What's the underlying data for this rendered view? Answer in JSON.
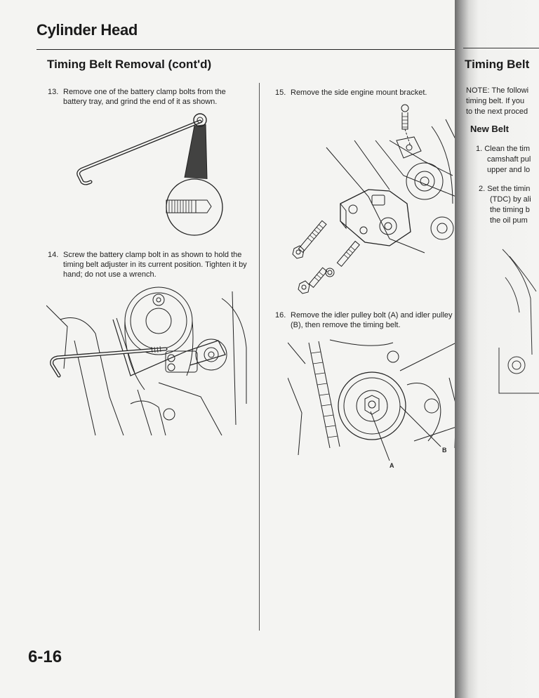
{
  "header": {
    "chapter_title": "Cylinder Head",
    "section_title": "Timing Belt Removal (cont'd)"
  },
  "steps": [
    {
      "num": "13.",
      "text": "Remove one of the battery clamp bolts from the battery tray, and grind the end of it as shown."
    },
    {
      "num": "14.",
      "text": "Screw the battery clamp bolt in as shown to hold the timing belt adjuster in its current position. Tighten it by hand; do not use a wrench."
    },
    {
      "num": "15.",
      "text": "Remove the side engine mount bracket."
    },
    {
      "num": "16.",
      "text": "Remove the idler pulley bolt (A) and idler pulley (B), then remove the timing belt."
    }
  ],
  "figures": {
    "idler_labels": {
      "a": "A",
      "b": "B"
    }
  },
  "footer": {
    "page_number": "6-16"
  },
  "right_page": {
    "title": "Timing Belt",
    "note_lines": [
      "NOTE: The followi",
      "timing belt. If you",
      "to the next proced"
    ],
    "subheading": "New Belt",
    "item1_lines": [
      "1. Clean the tim",
      "camshaft pul",
      "upper and lo"
    ],
    "item2_lines": [
      "2. Set the timin",
      "(TDC) by ali",
      "the timing b",
      "the oil pum"
    ]
  }
}
